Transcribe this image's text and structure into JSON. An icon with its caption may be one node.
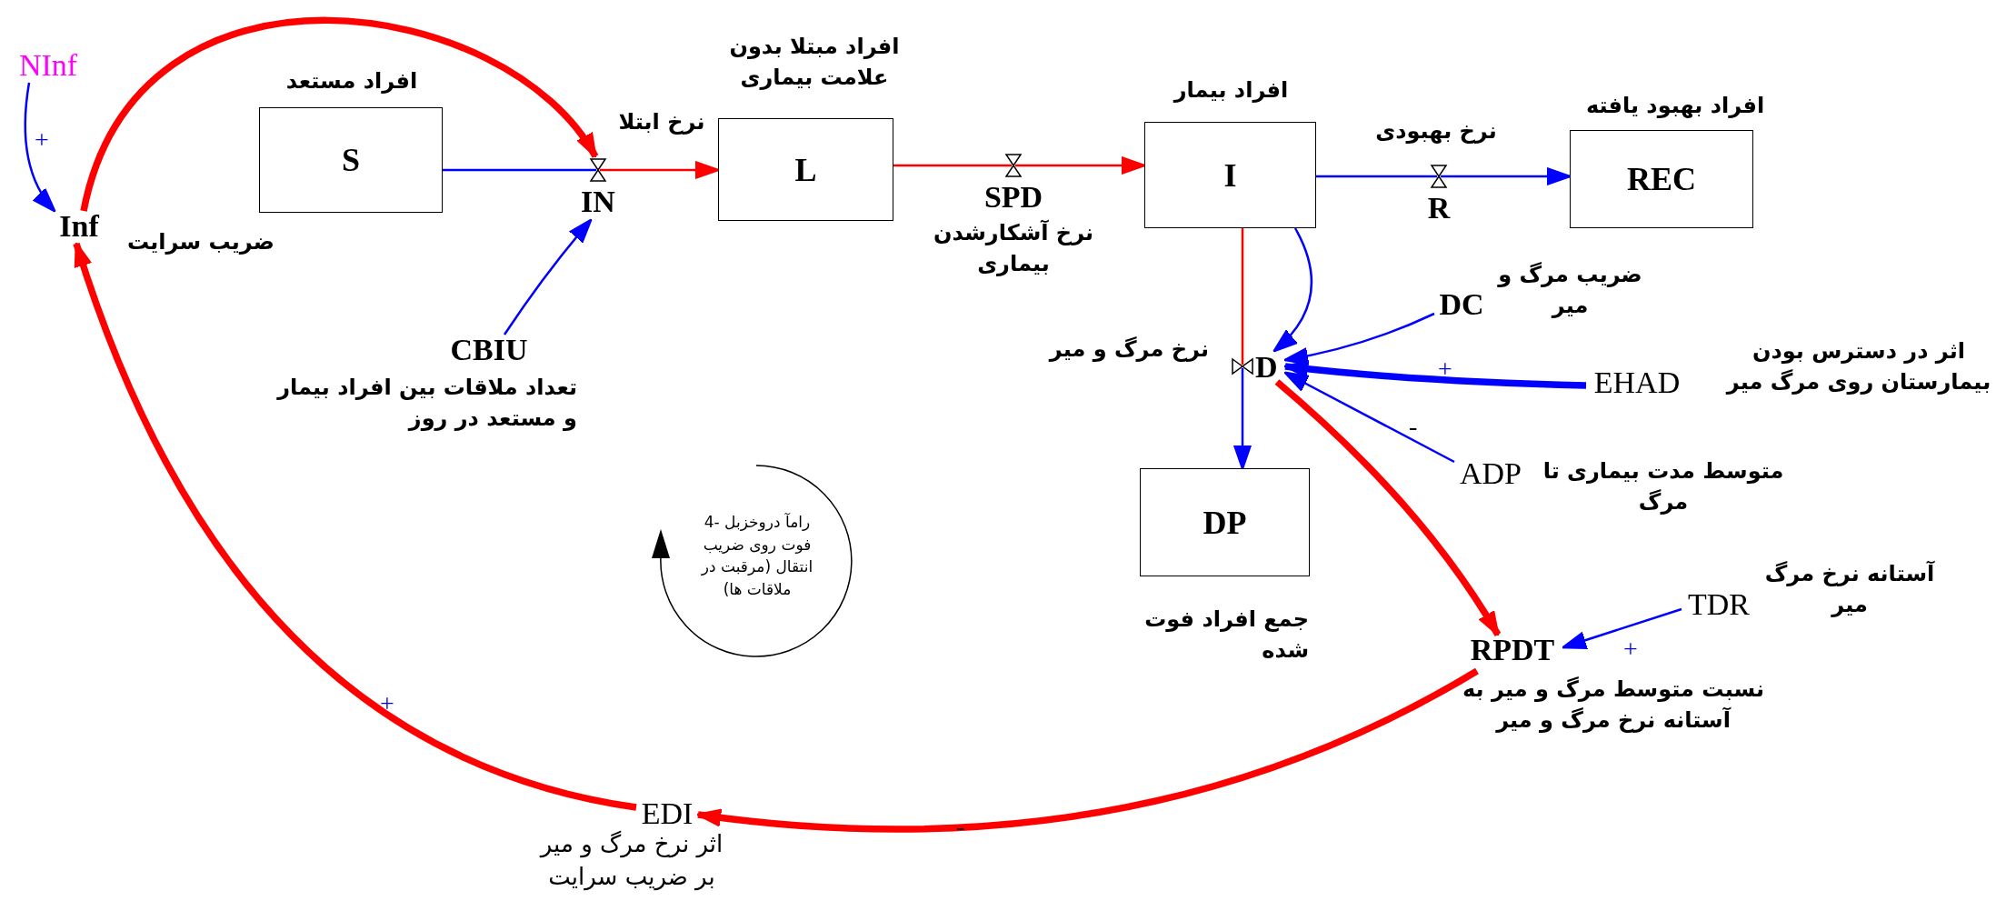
{
  "diagram": {
    "nodes": [
      {
        "text": [
          "NInf"
        ]
      },
      {
        "text": [
          "Inf"
        ],
        "beside": [
          "ضریب سرایت"
        ]
      },
      {
        "text": [
          "افراد مستعد",
          "S"
        ]
      },
      {
        "text": [
          "IN"
        ],
        "beside": [
          "نرخ ابتلا"
        ]
      },
      {
        "text": [
          "افراد مبتلا بدون علامت بیماری",
          "L"
        ]
      },
      {
        "text": [
          "CBIU"
        ],
        "beside": [
          "تعداد ملاقات بین افراد بیمار و مستعد در روز"
        ]
      },
      {
        "text": [
          "SPD"
        ],
        "beside": [
          "نرخ آشکارشدن بیماری"
        ]
      },
      {
        "text": [
          "افراد بیمار",
          "I"
        ]
      },
      {
        "text": [
          "R"
        ],
        "beside": [
          "نرخ بهبودی"
        ]
      },
      {
        "text": [
          "افراد بهبود یافته",
          "REC"
        ]
      },
      {
        "text": [
          "D"
        ],
        "beside": [
          "نرخ مرگ و میر"
        ]
      },
      {
        "text": [
          "DC"
        ],
        "beside": [
          "ضریب مرگ و میر"
        ]
      },
      {
        "text": [
          "EHAD"
        ],
        "beside": [
          "اثر در دسترس بودن بیمارستان روی مرگ میر"
        ]
      },
      {
        "text": [
          "ADP"
        ],
        "beside": [
          "متوسط مدت بیماری تا مرگ"
        ]
      },
      {
        "text": [
          "DP"
        ],
        "beside": [
          "جمع افراد فوت شده"
        ]
      },
      {
        "text": [
          "TDR"
        ],
        "beside": [
          "آستانه نرخ مرگ میر"
        ]
      },
      {
        "text": [
          "RPDT"
        ],
        "beside": [
          "نسبت متوسط مرگ و میر به آستانه نرخ مرگ و میر"
        ]
      },
      {
        "text": [
          "EDI"
        ],
        "beside": [
          "اثر نرخ مرگ و میر بر ضریب سرایت"
        ]
      }
    ],
    "edges": [
      {
        "from": 0,
        "to": 1,
        "arrow": "to",
        "label": "+"
      },
      {
        "from": 1,
        "to": 3,
        "arrow": "to",
        "style": "thick",
        "color": "#ff0000"
      },
      {
        "from": 2,
        "to": 3,
        "arrow": "none"
      },
      {
        "from": 3,
        "to": 4,
        "arrow": "to",
        "color": "#ff0000"
      },
      {
        "from": 5,
        "to": 3,
        "arrow": "to"
      },
      {
        "from": 4,
        "to": 6,
        "arrow": "none",
        "color": "#ff0000"
      },
      {
        "from": 6,
        "to": 7,
        "arrow": "to",
        "color": "#ff0000"
      },
      {
        "from": 7,
        "to": 8,
        "arrow": "none"
      },
      {
        "from": 8,
        "to": 9,
        "arrow": "to"
      },
      {
        "from": 7,
        "to": 10,
        "arrow": "none",
        "color": "#ff0000"
      },
      {
        "from": 7,
        "to": 10,
        "arrow": "to"
      },
      {
        "from": 10,
        "to": 14,
        "arrow": "to"
      },
      {
        "from": 11,
        "to": 10,
        "arrow": "to"
      },
      {
        "from": 12,
        "to": 10,
        "arrow": "to",
        "style": "thick",
        "label": "+"
      },
      {
        "from": 13,
        "to": 10,
        "arrow": "to",
        "label": "-"
      },
      {
        "from": 10,
        "to": 16,
        "arrow": "to",
        "style": "thick",
        "color": "#ff0000"
      },
      {
        "from": 15,
        "to": 16,
        "arrow": "to",
        "label": "+"
      },
      {
        "from": 16,
        "to": 17,
        "arrow": "to",
        "style": "thick",
        "color": "#ff0000",
        "label": "-"
      },
      {
        "from": 17,
        "to": 1,
        "arrow": "to",
        "style": "thick",
        "color": "#ff0000",
        "label": "+"
      }
    ],
    "labels": [
      "رامآ دروخزبل -4 فوت روی ضریب انتقال (مرقبت در ملاقات ها)"
    ]
  }
}
